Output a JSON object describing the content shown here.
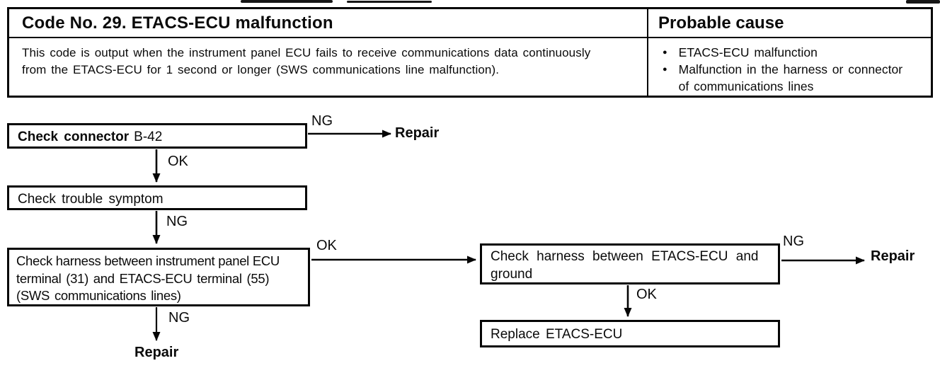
{
  "header": {
    "title": "Code No. 29. ETACS-ECU malfunction",
    "probable_cause_title": "Probable cause",
    "description_lines": [
      "This code is output when the instrument panel ECU fails to receive communications data continuously",
      "from the ETACS-ECU for 1 second or longer (SWS communications line malfunction)."
    ],
    "probable_causes": [
      "ETACS-ECU malfunction",
      "Malfunction in the harness or connector of communications lines"
    ],
    "bullet_glyph": "●"
  },
  "flowchart": {
    "step1": {
      "label_bold": "Check connector",
      "label_rest": "B-42"
    },
    "step2": {
      "label": "Check trouble symptom"
    },
    "step3": {
      "lines": [
        "Check harness between instrument panel ECU",
        "terminal (31) and ETACS-ECU terminal (55)",
        "(SWS communications lines)"
      ]
    },
    "step4": {
      "lines": [
        "Check harness between ETACS-ECU and",
        "ground"
      ]
    },
    "step5": {
      "label": "Replace ETACS-ECU"
    },
    "labels": {
      "ok": "OK",
      "ng": "NG",
      "repair": "Repair"
    }
  }
}
